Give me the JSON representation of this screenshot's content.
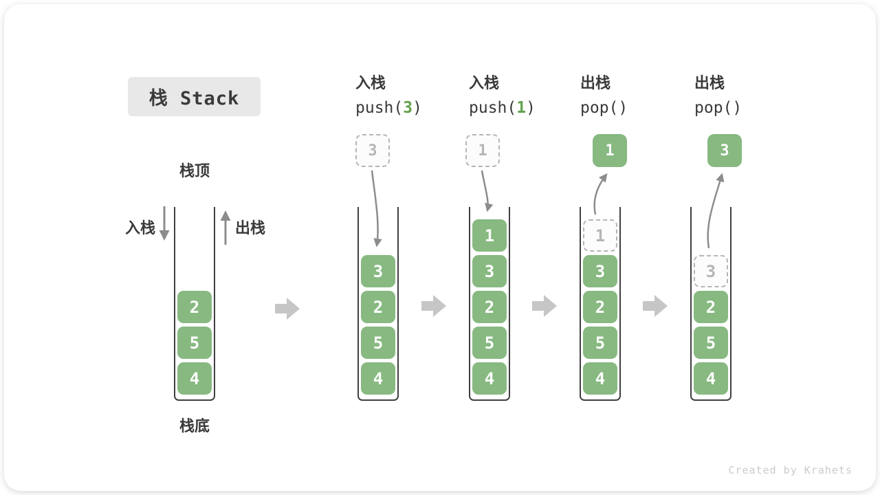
{
  "title": "栈 Stack",
  "labels": {
    "stack_top": "栈顶",
    "stack_bottom": "栈底",
    "push": "入栈",
    "pop": "出栈"
  },
  "operations": [
    {
      "name": "入栈",
      "code_before": "push(",
      "code_value": "3",
      "code_after": ")"
    },
    {
      "name": "入栈",
      "code_before": "push(",
      "code_value": "1",
      "code_after": ")"
    },
    {
      "name": "出栈",
      "code_before": "pop()",
      "code_value": "",
      "code_after": ""
    },
    {
      "name": "出栈",
      "code_before": "pop()",
      "code_value": "",
      "code_after": ""
    }
  ],
  "stacks": [
    {
      "blocks": [
        {
          "value": "2",
          "style": "solid"
        },
        {
          "value": "5",
          "style": "solid"
        },
        {
          "value": "4",
          "style": "solid"
        }
      ]
    },
    {
      "float": {
        "value": "3",
        "style": "dashed"
      },
      "blocks": [
        {
          "value": "3",
          "style": "solid"
        },
        {
          "value": "2",
          "style": "solid"
        },
        {
          "value": "5",
          "style": "solid"
        },
        {
          "value": "4",
          "style": "solid"
        }
      ]
    },
    {
      "float": {
        "value": "1",
        "style": "dashed"
      },
      "blocks": [
        {
          "value": "1",
          "style": "solid"
        },
        {
          "value": "3",
          "style": "solid"
        },
        {
          "value": "2",
          "style": "solid"
        },
        {
          "value": "5",
          "style": "solid"
        },
        {
          "value": "4",
          "style": "solid"
        }
      ]
    },
    {
      "float": {
        "value": "1",
        "style": "solid"
      },
      "blocks": [
        {
          "value": "1",
          "style": "dashed"
        },
        {
          "value": "3",
          "style": "solid"
        },
        {
          "value": "2",
          "style": "solid"
        },
        {
          "value": "5",
          "style": "solid"
        },
        {
          "value": "4",
          "style": "solid"
        }
      ]
    },
    {
      "float": {
        "value": "3",
        "style": "solid"
      },
      "blocks": [
        {
          "value": "3",
          "style": "dashed"
        },
        {
          "value": "2",
          "style": "solid"
        },
        {
          "value": "5",
          "style": "solid"
        },
        {
          "value": "4",
          "style": "solid"
        }
      ]
    }
  ],
  "watermark": "Created by Krahets",
  "colors": {
    "block_green": "#87b981",
    "code_value_green": "#62a14e",
    "dashed_gray": "#b5b5b5",
    "arrow_gray": "#8c8c8c",
    "transition_arrow_gray": "#c6c6c6",
    "text_dark": "#3a3a3a",
    "container_border": "#3f3f3f",
    "title_badge_bg": "#e8e8e8",
    "watermark_gray": "#cbcbcb"
  }
}
